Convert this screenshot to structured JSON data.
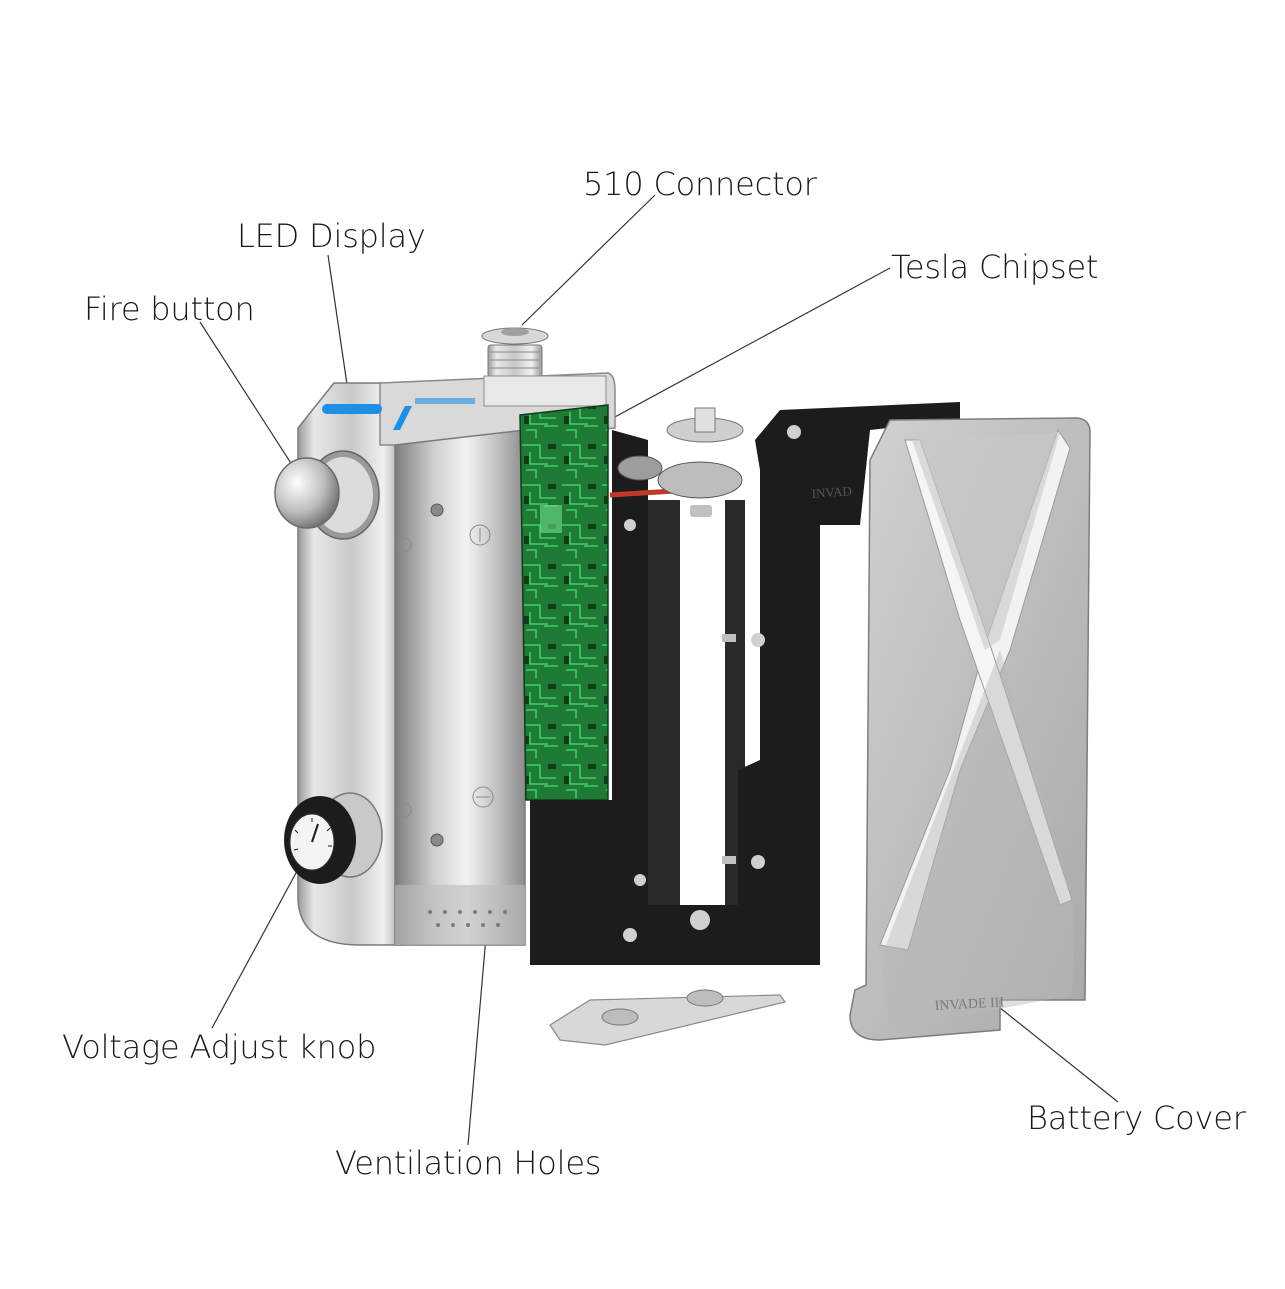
{
  "labels": {
    "connector_510": "510 Connector",
    "led_display": "LED Display",
    "tesla_chipset": "Tesla Chipset",
    "fire_button": "Fire button",
    "voltage_knob": "Voltage Adjust knob",
    "battery_cover": "Battery Cover",
    "ventilation_holes": "Ventilation Holes"
  },
  "engravings": {
    "frame_text": "INVAD",
    "cover_text": "INVADE III"
  },
  "colors": {
    "steel_light": "#e6e6e6",
    "steel_dark": "#8a8a8a",
    "led_blue": "#1e8fe6",
    "pcb_green": "#1f8a3a",
    "frame_black": "#1c1c1c",
    "wire_red": "#c0392b",
    "leader_line": "#333333"
  }
}
